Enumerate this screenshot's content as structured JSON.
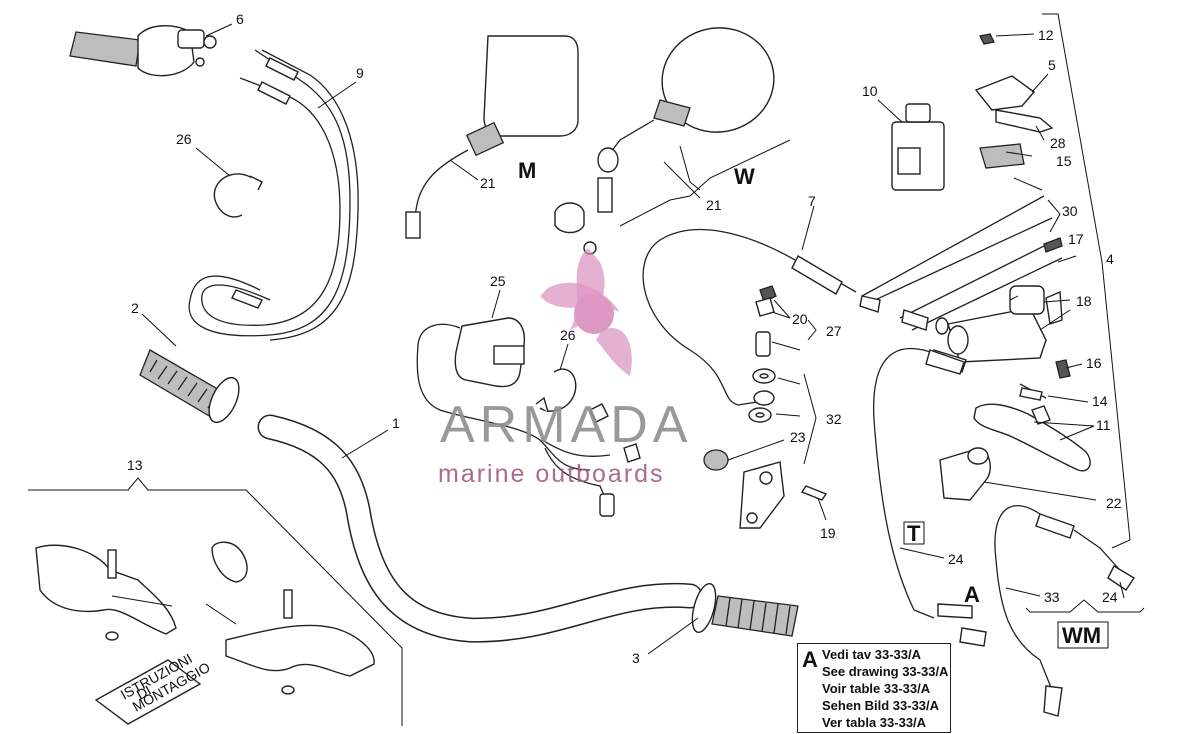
{
  "callouts": {
    "c1": "1",
    "c2": "2",
    "c3": "3",
    "c4": "4",
    "c5": "5",
    "c6": "6",
    "c7": "7",
    "c9": "9",
    "c10": "10",
    "c11": "11",
    "c12": "12",
    "c13": "13",
    "c14": "14",
    "c15": "15",
    "c16": "16",
    "c17": "17",
    "c18": "18",
    "c19": "19",
    "c20": "20",
    "c21a": "21",
    "c21b": "21",
    "c22": "22",
    "c23": "23",
    "c24a": "24",
    "c24b": "24",
    "c25": "25",
    "c26a": "26",
    "c26b": "26",
    "c27": "27",
    "c28": "28",
    "c30": "30",
    "c32": "32",
    "c33": "33"
  },
  "variants": {
    "m": "M",
    "w": "W",
    "t": "T",
    "a": "A",
    "wm": "WM"
  },
  "note": {
    "letter": "A",
    "lines": [
      "Vedi tav 33-33/A",
      "See drawing 33-33/A",
      "Voir table 33-33/A",
      "Sehen Bild 33-33/A",
      "Ver tabla 33-33/A"
    ]
  },
  "booklet": {
    "line1": "ISTRUZIONI",
    "line2": "DI",
    "line3": "MONTAGGIO"
  },
  "watermark": {
    "brand": "ARMADA",
    "tagline": "marine outboards",
    "brand_color": "#8f8f8f",
    "logo_color": "#d98cbd"
  }
}
